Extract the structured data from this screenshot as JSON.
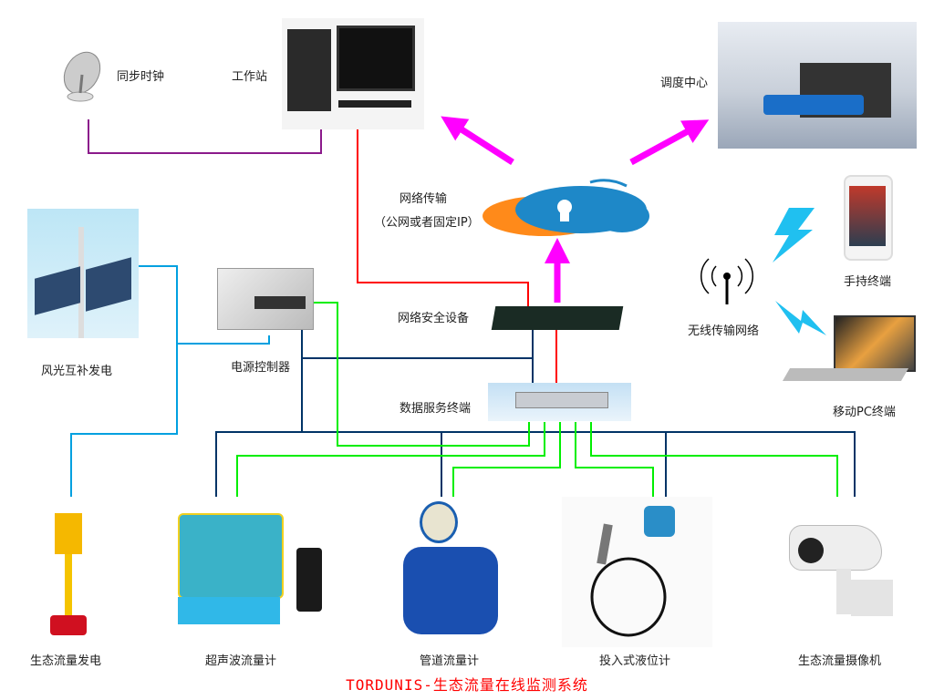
{
  "title": "TORDUNIS-生态流量在线监测系统",
  "colors": {
    "sync_line": "#8b1a8b",
    "network_red": "#ff0000",
    "arrow_magenta": "#ff00ff",
    "power_blue": "#00a0e0",
    "bus_navy": "#003366",
    "signal_green": "#00ff00",
    "lightning_cyan": "#20c0f0"
  },
  "nodes": {
    "sync_clock": {
      "label": "同步时钟",
      "icon": "satellite-dish-icon"
    },
    "workstation": {
      "label": "工作站",
      "icon": "desktop-computer-icon"
    },
    "dispatch_center": {
      "label": "调度中心",
      "icon": "control-room-icon"
    },
    "network": {
      "label": "网络传输",
      "sublabel": "（公网或者固定IP）",
      "icon": "cloud-lock-icon"
    },
    "wind_solar": {
      "label": "风光互补发电",
      "icon": "wind-solar-icon"
    },
    "power_controller": {
      "label": "电源控制器",
      "icon": "power-supply-icon"
    },
    "security_device": {
      "label": "网络安全设备",
      "icon": "firewall-icon"
    },
    "data_server": {
      "label": "数据服务终端",
      "icon": "rack-server-icon"
    },
    "wireless": {
      "label": "无线传输网络",
      "icon": "antenna-icon"
    },
    "handheld": {
      "label": "手持终端",
      "icon": "smartphone-icon"
    },
    "mobile_pc": {
      "label": "移动PC终端",
      "icon": "laptop-icon"
    },
    "eco_generator": {
      "label": "生态流量发电",
      "icon": "hydro-generator-icon"
    },
    "ultrasonic": {
      "label": "超声波流量计",
      "icon": "ultrasonic-meter-icon"
    },
    "pipe_meter": {
      "label": "管道流量计",
      "icon": "pipe-flowmeter-icon"
    },
    "level_meter": {
      "label": "投入式液位计",
      "icon": "level-sensor-icon"
    },
    "camera": {
      "label": "生态流量摄像机",
      "icon": "cctv-camera-icon"
    }
  }
}
